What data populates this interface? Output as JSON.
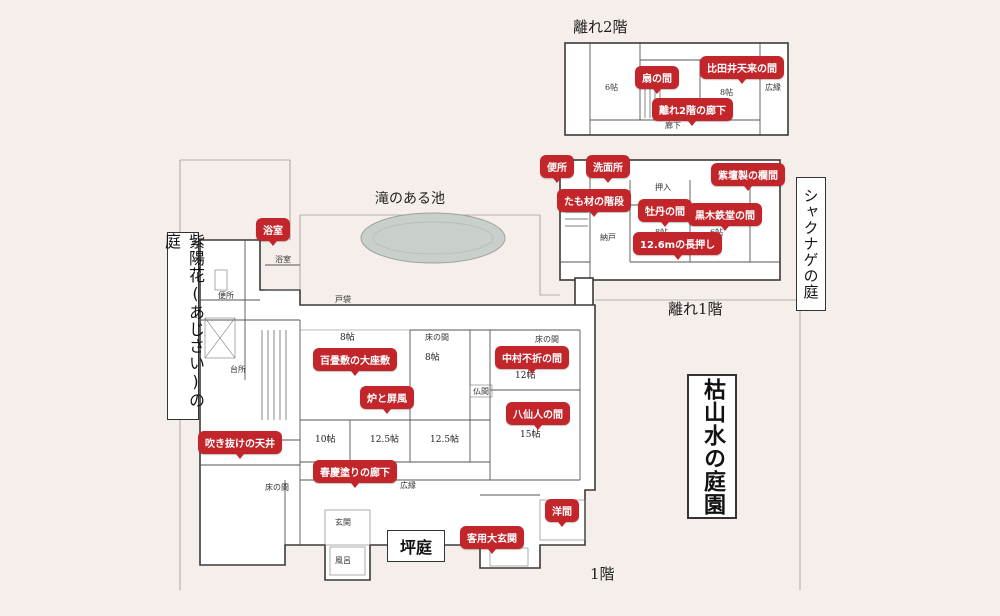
{
  "labels": {
    "annex_2f": "離れ2階",
    "annex_1f": "離れ1階",
    "floor_1": "1階",
    "pond": "滝のある池",
    "hydrangea_garden": "紫陽花(あじさい)の庭",
    "rhododendron_garden": "シャクナゲの庭",
    "karesansui_garden": "枯山水の庭園",
    "tsubo_garden": "坪庭"
  },
  "callouts": [
    {
      "id": "ogi",
      "text": "扇の間"
    },
    {
      "id": "hidai",
      "text": "比田井天来の間"
    },
    {
      "id": "annex-corridor",
      "text": "離れ2階の廊下"
    },
    {
      "id": "toilet",
      "text": "便所"
    },
    {
      "id": "washroom",
      "text": "洗面所"
    },
    {
      "id": "tamo",
      "text": "たも材の階段"
    },
    {
      "id": "shitan",
      "text": "紫壇製の欄間"
    },
    {
      "id": "botan",
      "text": "牡丹の間"
    },
    {
      "id": "kuroki",
      "text": "黒木鉄堂の間"
    },
    {
      "id": "oshiire",
      "text": "12.6mの長押し"
    },
    {
      "id": "bath",
      "text": "浴室"
    },
    {
      "id": "hyakujo",
      "text": "百畳敷の大座敷"
    },
    {
      "id": "nakamura",
      "text": "中村不折の間"
    },
    {
      "id": "ro",
      "text": "炉と屏風"
    },
    {
      "id": "hassen",
      "text": "八仙人の間"
    },
    {
      "id": "fukinuke",
      "text": "吹き抜けの天井"
    },
    {
      "id": "shunkei",
      "text": "春慶塗りの廊下"
    },
    {
      "id": "youma",
      "text": "洋間"
    },
    {
      "id": "genkan",
      "text": "客用大玄関"
    }
  ],
  "rooms": {
    "r6a": "6帖",
    "r8a": "8帖",
    "r8b": "8帖",
    "r12": "12帖",
    "r15": "15帖",
    "r10": "10帖",
    "r125a": "12.5帖",
    "r125b": "12.5帖",
    "r8c": "8帖",
    "r8d": "8帖",
    "r6b": "6帖",
    "tokonoma1": "床の間",
    "tokonoma2": "床の間",
    "tokonoma3": "床の間",
    "butsuma": "仏間",
    "engawa": "広縁",
    "genkan_small": "玄関",
    "fuuro": "風呂",
    "bathroom": "浴室",
    "toire": "便所",
    "daidokoro": "台所",
    "oshiire": "押入",
    "todana": "戸袋",
    "nando": "納戸",
    "rouka": "廊下"
  }
}
